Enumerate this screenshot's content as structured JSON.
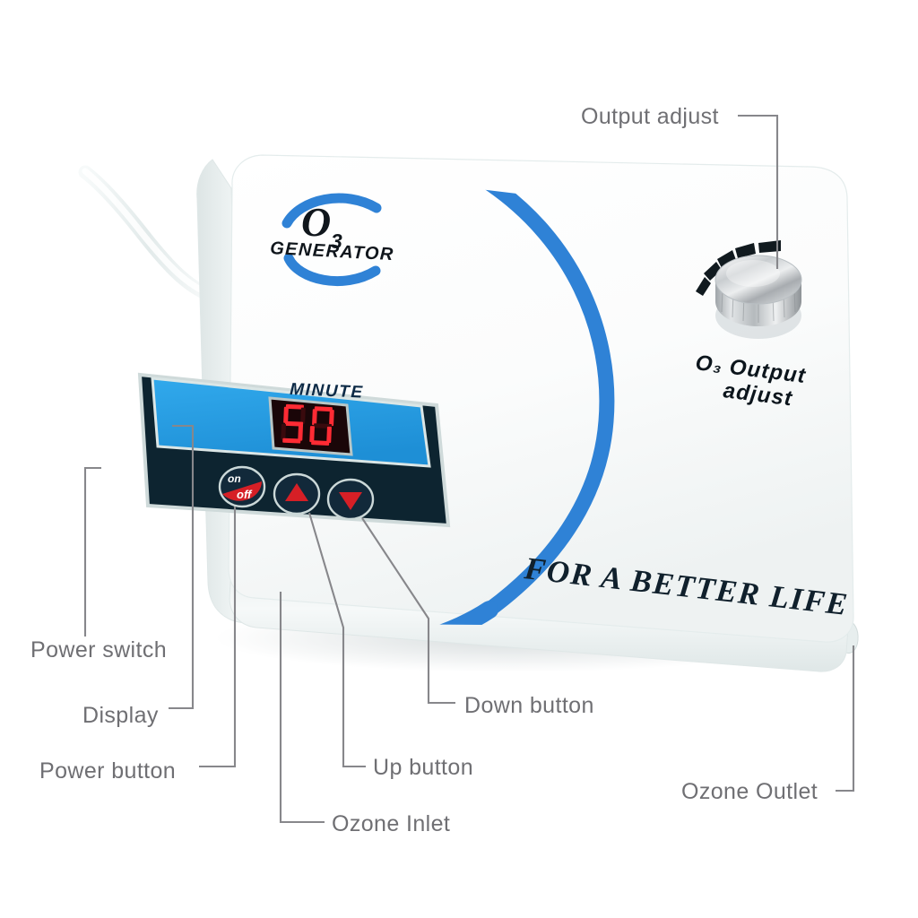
{
  "product": {
    "type": "ozone-generator-appliance",
    "body_color": "#fdfdfd",
    "accent_blue": "#2f82d6",
    "panel_dark": "#0d2430",
    "panel_blue": "#27a2e8",
    "led_red": "#ff2b34",
    "brand": {
      "logo_main": "O",
      "logo_sub_number": "3",
      "logo_word": "GENERATOR"
    },
    "slogan": "FOR A BETTER LIFE",
    "display": {
      "unit_label": "MINUTE",
      "value": "50"
    },
    "power_button": {
      "on_label": "on",
      "off_label": "off"
    },
    "knob": {
      "label_line1": "O₃ Output",
      "label_line2": "adjust",
      "tick_count": 5
    }
  },
  "callouts": [
    {
      "id": "output-adjust",
      "label": "Output adjust"
    },
    {
      "id": "power-switch",
      "label": "Power switch"
    },
    {
      "id": "display",
      "label": "Display"
    },
    {
      "id": "power-button",
      "label": "Power button"
    },
    {
      "id": "down-button",
      "label": "Down button"
    },
    {
      "id": "up-button",
      "label": "Up button"
    },
    {
      "id": "ozone-inlet",
      "label": "Ozone Inlet"
    },
    {
      "id": "ozone-outlet",
      "label": "Ozone Outlet"
    }
  ]
}
